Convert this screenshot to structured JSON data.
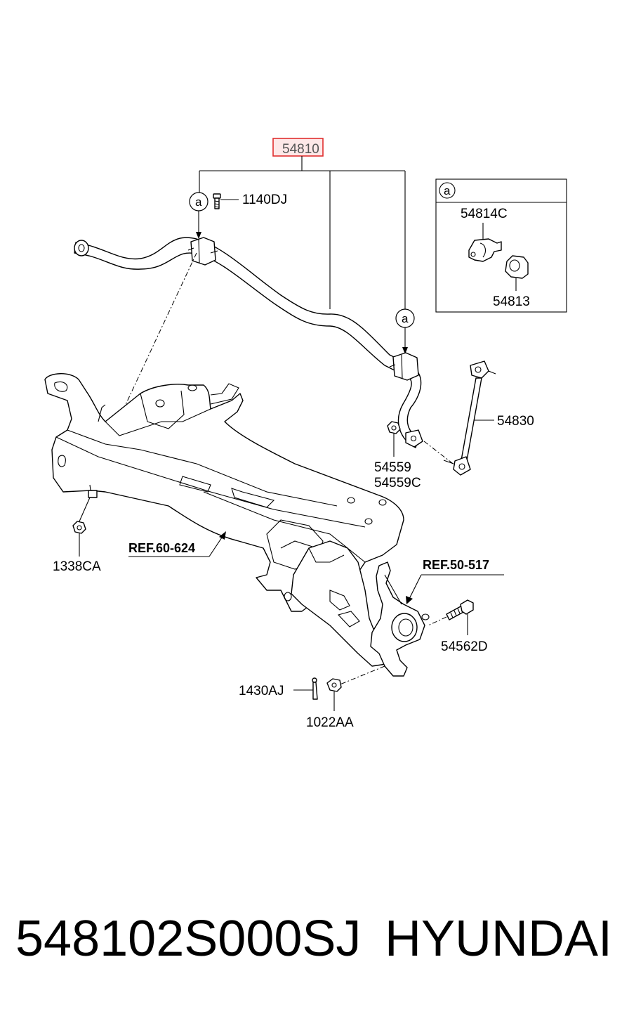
{
  "diagram": {
    "main_part": {
      "number": "54810",
      "highlight_color": "#e03030",
      "highlight_fill": "#fde8e8"
    },
    "callout_marker": "a",
    "labels": {
      "bolt_top": "1140DJ",
      "inset_bracket": "54814C",
      "inset_bushing": "54813",
      "stabilizer_link": "54830",
      "nut_a": "54559",
      "nut_b": "54559C",
      "nut_left": "1338CA",
      "ref_subframe": "REF.60-624",
      "ref_knuckle": "REF.50-517",
      "bolt_right": "54562D",
      "cotter_pin": "1430AJ",
      "castle_nut": "1022AA"
    }
  },
  "footer": {
    "part_code": "548102S000SJ",
    "brand": "HYUNDAI"
  }
}
